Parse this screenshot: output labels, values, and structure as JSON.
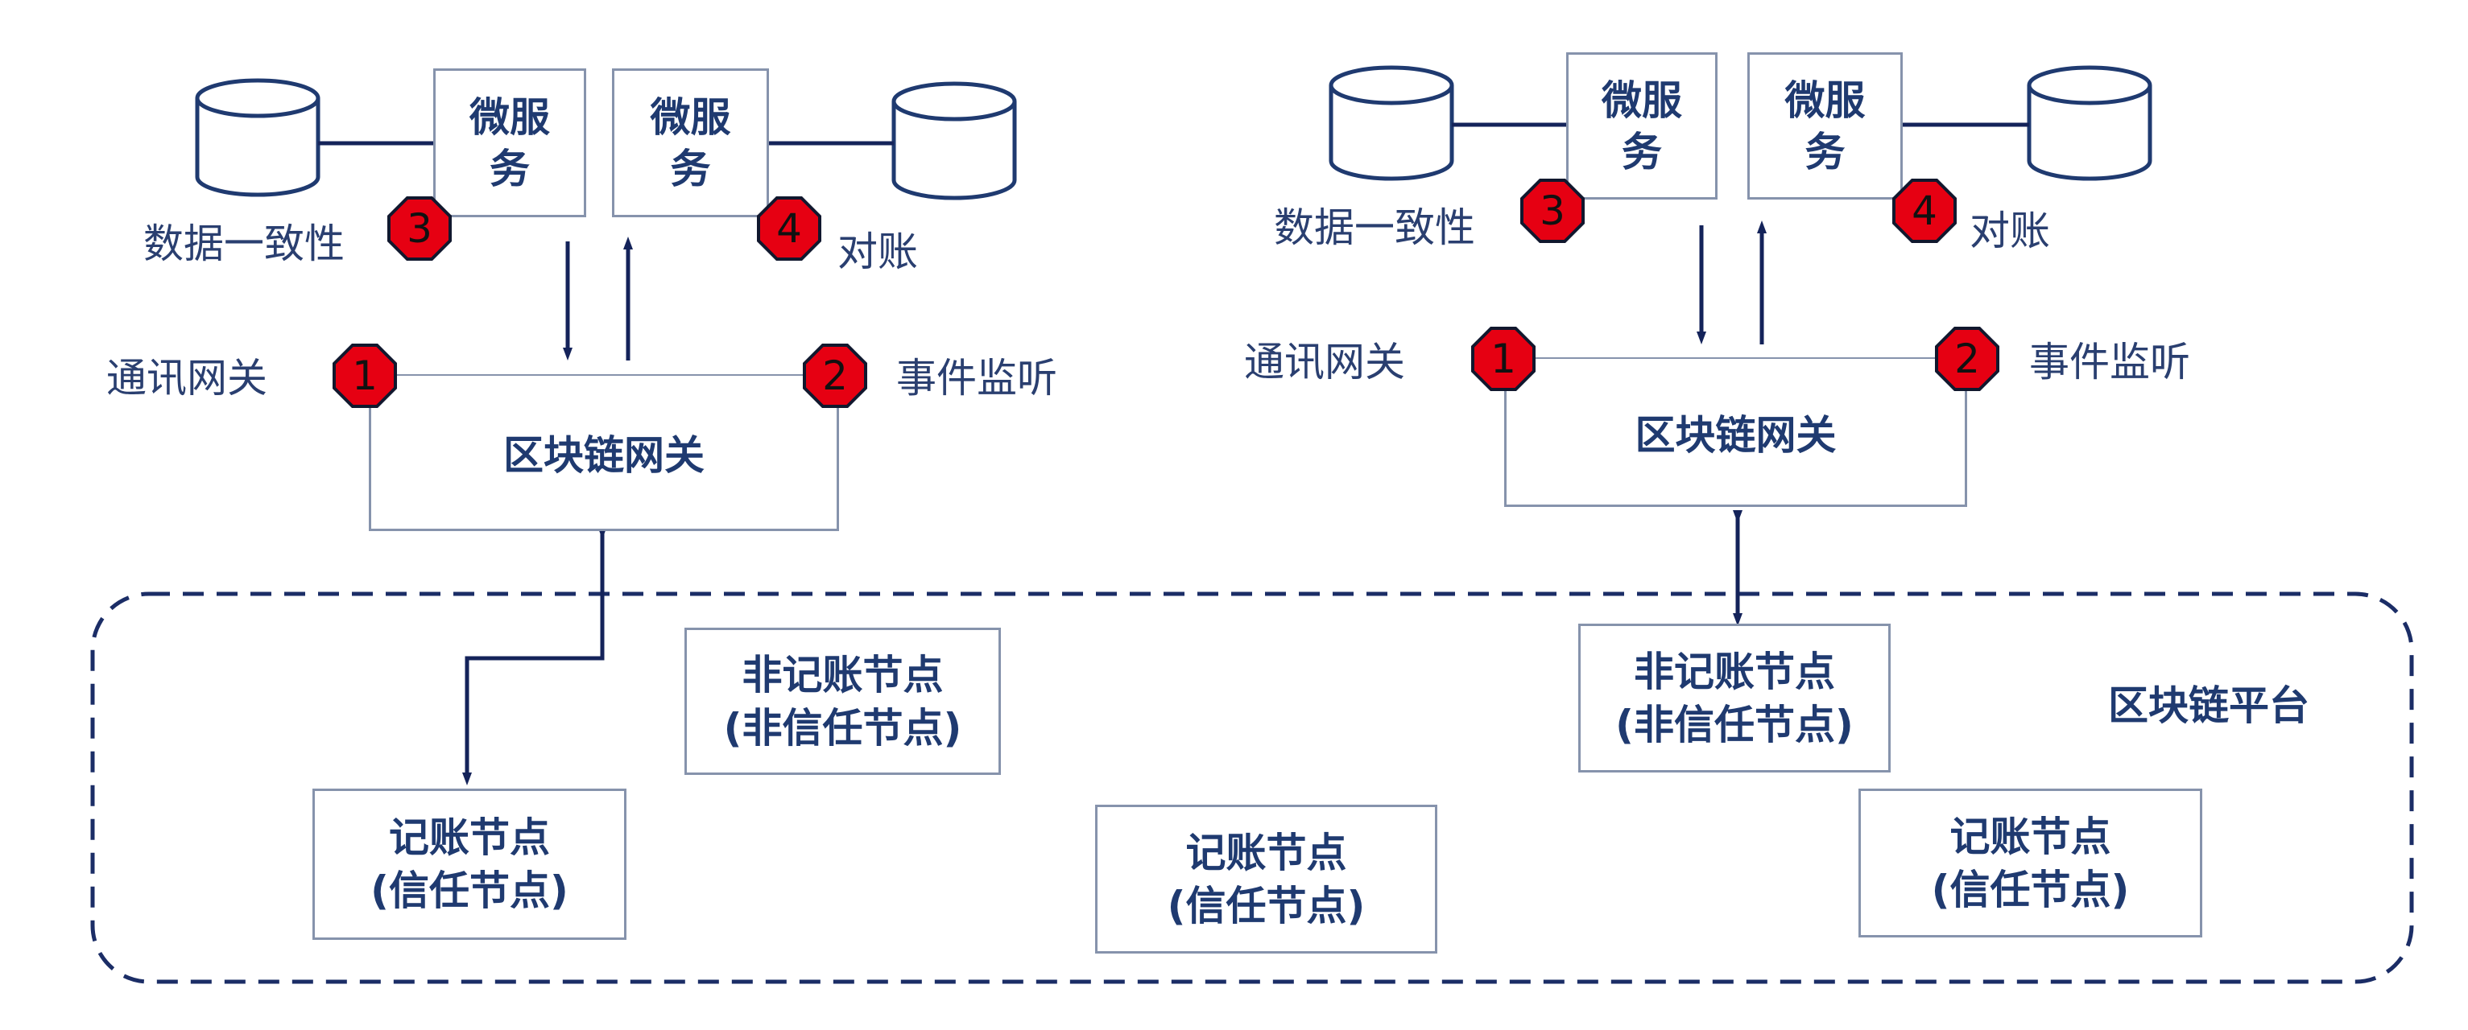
{
  "microservice_label": [
    "微服",
    "务"
  ],
  "gateway_label": "区块链网关",
  "labels": {
    "consistency": "数据一致性",
    "reconcile": "对账",
    "comm_gateway": "通讯网关",
    "event_listen": "事件监听",
    "platform": "区块链平台"
  },
  "badges": [
    "1",
    "2",
    "3",
    "4"
  ],
  "nodes": {
    "non_ledger": [
      "非记账节点",
      "(非信任节点)"
    ],
    "ledger": [
      "记账节点",
      "(信任节点)"
    ]
  },
  "colors": {
    "ink": "#1f3a70",
    "line": "#14235a",
    "box_border": "#8693ac",
    "badge_fill": "#e60012",
    "dashed_border": "#1b2d66"
  }
}
